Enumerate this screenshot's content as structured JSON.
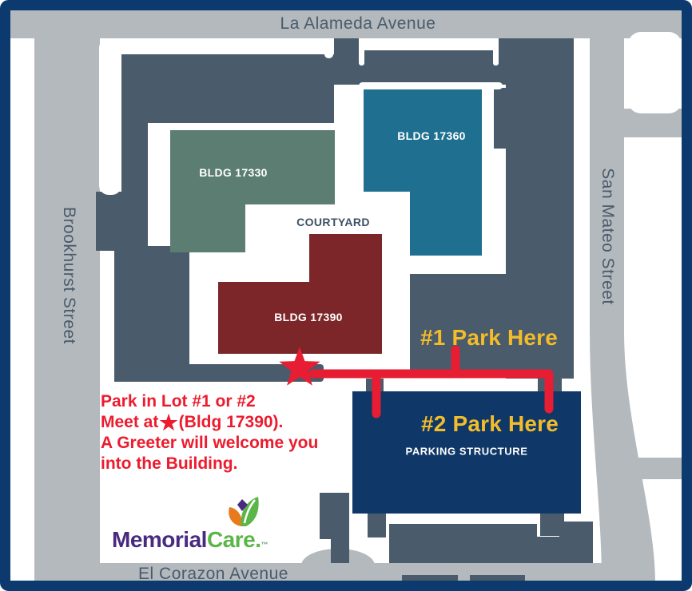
{
  "colors": {
    "border": "#0d3a6e",
    "street": "#b4b9bd",
    "street_label": "#4a5b6b",
    "block": "#4a5b6b",
    "bldg_17330": "#5c7d71",
    "bldg_17360": "#1e6f90",
    "bldg_17390": "#7c2629",
    "parking": "#0f3767",
    "route_red": "#e71d33",
    "park_label_yellow": "#f2bc2b",
    "instruction_red": "#ec1b2e",
    "courtyard_label": "#3d5165",
    "building_label": "#ffffff",
    "logo_purple": "#4a2a80",
    "logo_green": "#5bb648",
    "logo_orange": "#e87a1e",
    "logo_tm": "#6f9b77"
  },
  "streets": {
    "top": "La Alameda Avenue",
    "left": "Brookhurst Street",
    "right": "San Mateo Street",
    "bottom": "El Corazon Avenue"
  },
  "buildings": {
    "b17330": "BLDG 17330",
    "b17360": "BLDG 17360",
    "b17390": "BLDG 17390"
  },
  "courtyard": "COURTYARD",
  "parking_structure": "PARKING STRUCTURE",
  "annotations": {
    "park1": "#1 Park Here",
    "park2": "#2 Park Here"
  },
  "instructions": {
    "line1": "Park in Lot #1 or #2",
    "line2_prefix": "Meet at",
    "line2_star": "★",
    "line2_suffix": "(Bldg 17390).",
    "line3": "A Greeter will welcome you",
    "line4": "into the Building."
  },
  "logo": {
    "part1": "Memorial",
    "part2": "Care",
    "period": ".",
    "tm": "™"
  }
}
